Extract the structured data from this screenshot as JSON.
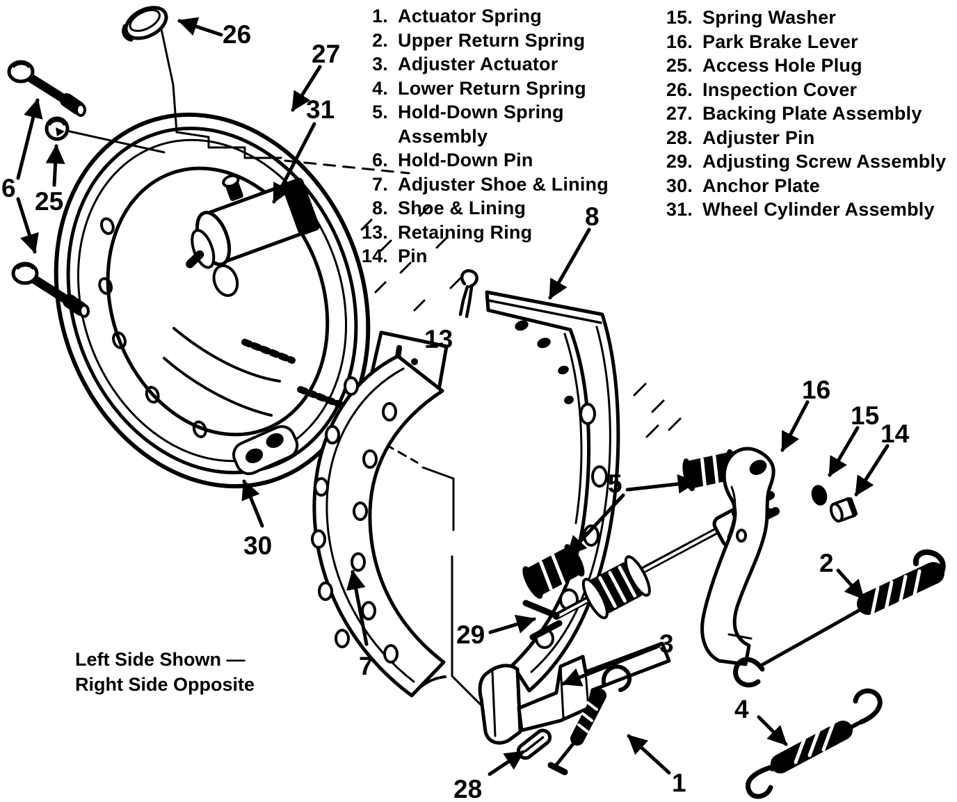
{
  "legend": {
    "column1": [
      {
        "num": "1.",
        "label": "Actuator Spring"
      },
      {
        "num": "2.",
        "label": "Upper Return Spring"
      },
      {
        "num": "3.",
        "label": "Adjuster Actuator"
      },
      {
        "num": "4.",
        "label": "Lower Return Spring"
      },
      {
        "num": "5.",
        "label": "Hold-Down Spring"
      },
      {
        "num": "",
        "label": "Assembly"
      },
      {
        "num": "6.",
        "label": "Hold-Down Pin"
      },
      {
        "num": "7.",
        "label": "Adjuster Shoe & Lining"
      },
      {
        "num": "8.",
        "label": "Shoe & Lining"
      },
      {
        "num": "13.",
        "label": "Retaining Ring"
      },
      {
        "num": "14.",
        "label": "Pin"
      }
    ],
    "column2": [
      {
        "num": "15.",
        "label": "Spring Washer"
      },
      {
        "num": "16.",
        "label": "Park Brake Lever"
      },
      {
        "num": "25.",
        "label": "Access Hole Plug"
      },
      {
        "num": "26.",
        "label": "Inspection Cover"
      },
      {
        "num": "27.",
        "label": "Backing Plate Assembly"
      },
      {
        "num": "28.",
        "label": "Adjuster Pin"
      },
      {
        "num": "29.",
        "label": "Adjusting Screw Assembly"
      },
      {
        "num": "30.",
        "label": "Anchor Plate"
      },
      {
        "num": "31.",
        "label": "Wheel Cylinder Assembly"
      }
    ]
  },
  "note": {
    "line1": "Left Side Shown —",
    "line2": "Right Side Opposite"
  },
  "callouts": {
    "c1": "1",
    "c2": "2",
    "c3": "3",
    "c4": "4",
    "c5": "5",
    "c6": "6",
    "c7": "7",
    "c8": "8",
    "c13": "13",
    "c14": "14",
    "c15": "15",
    "c16": "16",
    "c25": "25",
    "c26": "26",
    "c27": "27",
    "c28": "28",
    "c29": "29",
    "c30": "30",
    "c31": "31"
  },
  "colors": {
    "ink": "#000000",
    "paper": "#ffffff"
  }
}
